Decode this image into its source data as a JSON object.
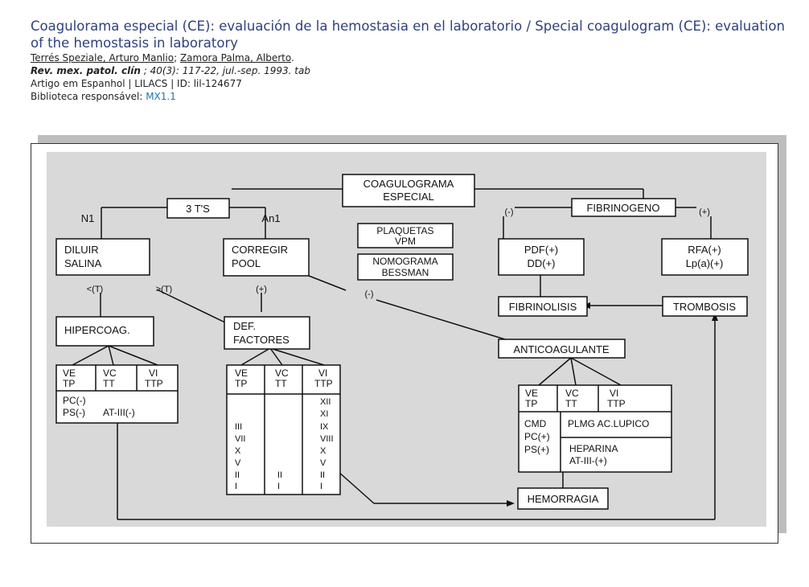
{
  "record": {
    "title": "Coagulorama especial (CE): evaluación de la hemostasia en el laboratorio / Special coagulogram (CE): evaluation of the hemostasis in laboratory",
    "author1": "Terrés Speziale, Arturo Manlio",
    "author_sep": "; ",
    "author2": "Zamora Palma, Alberto",
    "author_end": ".",
    "journal": "Rev. mex. patol. clín",
    "citation": " ; 40(3): 117-22, jul.-sep. 1993. tab",
    "info": "Artigo em Espanhol | LILACS | ID: lil-124677",
    "library_label": "Biblioteca responsável: ",
    "library_code": "MX1.1"
  },
  "diagram": {
    "coag_l1": "COAGULOGRAMA",
    "coag_l2": "ESPECIAL",
    "three_ts": "3 T'S",
    "n1": "N1",
    "an1": "An1",
    "diluir_l1": "DILUIR",
    "diluir_l2": "SALINA",
    "corregir_l1": "CORREGIR",
    "corregir_l2": "POOL",
    "plaq_l1": "PLAQUETAS",
    "plaq_l2": "VPM",
    "nomo_l1": "NOMOGRAMA",
    "nomo_l2": "BESSMAN",
    "fibrinogeno": "FIBRINOGENO",
    "minus": "(-)",
    "plus": "(+)",
    "pdf": "PDF(+)",
    "dd": "DD(+)",
    "rfa": "RFA(+)",
    "lpa": "Lp(a)(+)",
    "fibrinolisis": "FIBRINOLISIS",
    "trombosis": "TROMBOSIS",
    "lt": "<(T)",
    "gt": ">(T)",
    "hipercoag": "HIPERCOAG.",
    "def_l1": "DEF.",
    "def_l2": "FACTORES",
    "anticoag": "ANTICOAGULANTE",
    "ve": "VE",
    "tp": "TP",
    "vc": "VC",
    "tt": "TT",
    "vi": "VI",
    "ttp": "TTP",
    "pc_minus": "PC(-)",
    "ps_minus": "PS(-)",
    "at3_minus": "AT-III(-)",
    "fac_left": [
      "III",
      "VII",
      "X",
      "V",
      "II",
      "I"
    ],
    "fac_mid": [
      "II",
      "I"
    ],
    "fac_right": [
      "XII",
      "XI",
      "IX",
      "VIII",
      "X",
      "V",
      "II",
      "I"
    ],
    "cmd": "CMD",
    "pc_plus": "PC(+)",
    "ps_plus": "PS(+)",
    "plmg": "PLMG AC.LUPICO",
    "heparina": "HEPARINA",
    "at3_plus": "AT-III-(+)",
    "hemorragia": "HEMORRAGIA"
  }
}
